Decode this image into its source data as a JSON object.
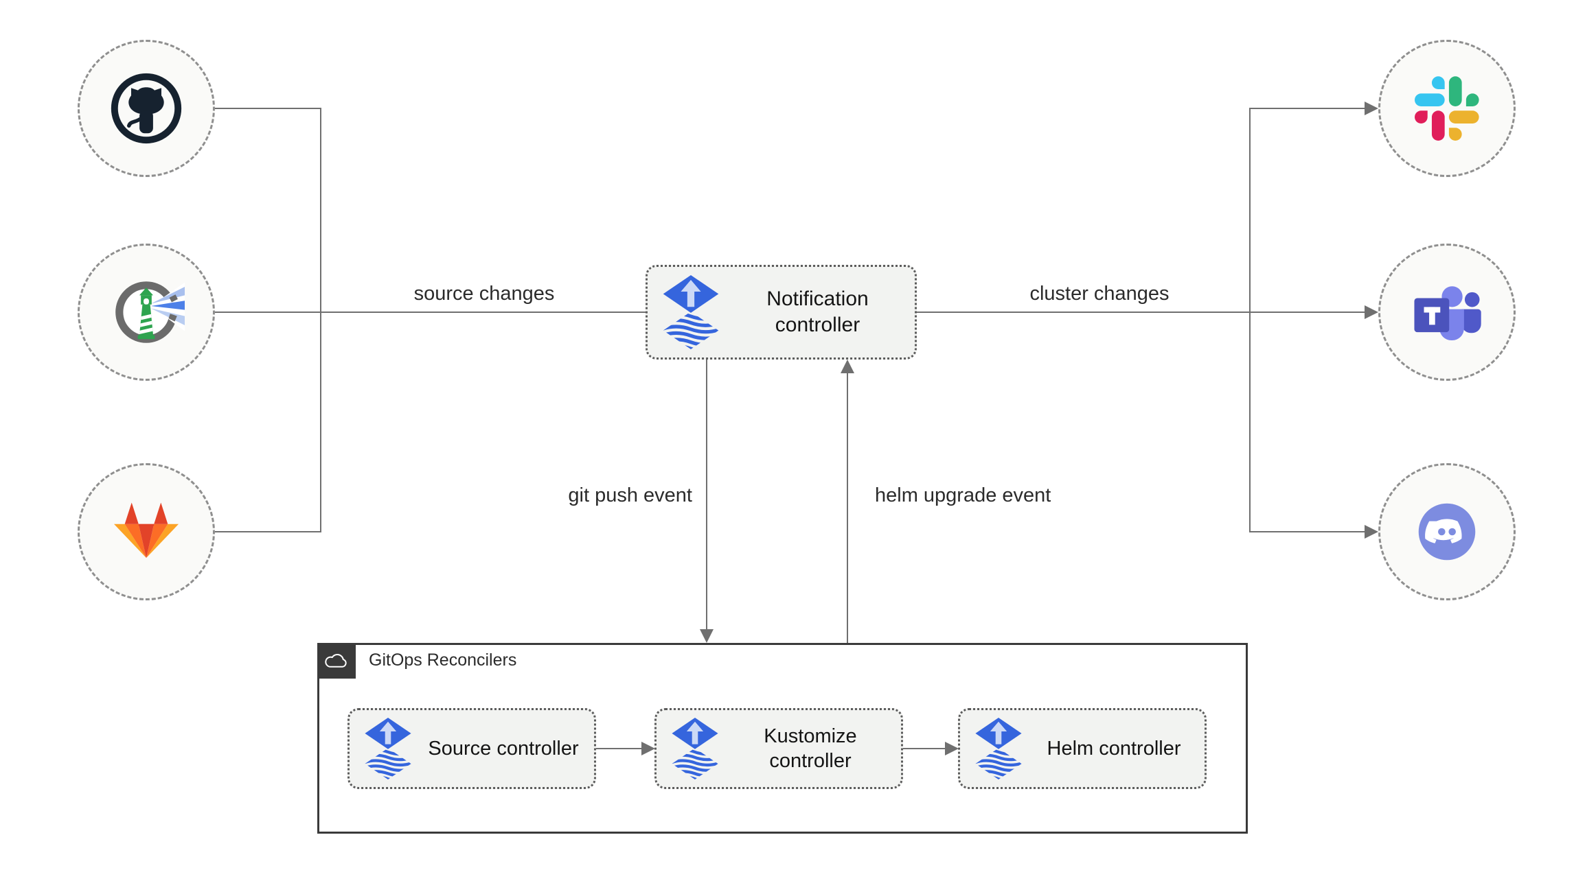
{
  "palette": {
    "background": "#ffffff",
    "edge": "#6f6f6f",
    "box_fill": "#f2f3f1",
    "box_border": "#5b5b5b",
    "circle_fill": "#fafaf8",
    "circle_border": "#8f8f8f",
    "container_border": "#3a3a3a",
    "badge_fill": "#3a3a3a",
    "text": "#141414",
    "flux_blue": "#3565dd",
    "flux_arrow_light": "#ccd9f6",
    "github_navy": "#16222f",
    "harbor_gray": "#6b6b6b",
    "harbor_green": "#2ea44f",
    "gitlab_red": "#e24329",
    "gitlab_orange": "#fc6d26",
    "gitlab_yellow": "#fca326",
    "slack_blue": "#36c5f0",
    "slack_green": "#2eb67d",
    "slack_yellow": "#ecb22e",
    "slack_red": "#e01e5a",
    "teams_purple": "#4b53bc",
    "teams_light": "#7b83eb",
    "teams_mid": "#5059c9",
    "discord_blurple": "#7d8ce0"
  },
  "sources": [
    {
      "id": "github",
      "icon": "github-icon"
    },
    {
      "id": "harbor",
      "icon": "harbor-icon"
    },
    {
      "id": "gitlab",
      "icon": "gitlab-icon"
    }
  ],
  "targets": [
    {
      "id": "slack",
      "icon": "slack-icon"
    },
    {
      "id": "teams",
      "icon": "microsoft-teams-icon"
    },
    {
      "id": "discord",
      "icon": "discord-icon"
    }
  ],
  "notification_controller": {
    "label": "Notification controller",
    "icon": "flux-icon"
  },
  "reconcilers": {
    "title": "GitOps Reconcilers",
    "badge_icon": "cloud-icon",
    "controllers": [
      {
        "label": "Source controller",
        "icon": "flux-icon"
      },
      {
        "label": "Kustomize controller",
        "icon": "flux-icon"
      },
      {
        "label": "Helm controller",
        "icon": "flux-icon"
      }
    ]
  },
  "edge_labels": {
    "source_changes": "source changes",
    "cluster_changes": "cluster changes",
    "git_push": "git push event",
    "helm_upgrade": "helm upgrade event"
  }
}
